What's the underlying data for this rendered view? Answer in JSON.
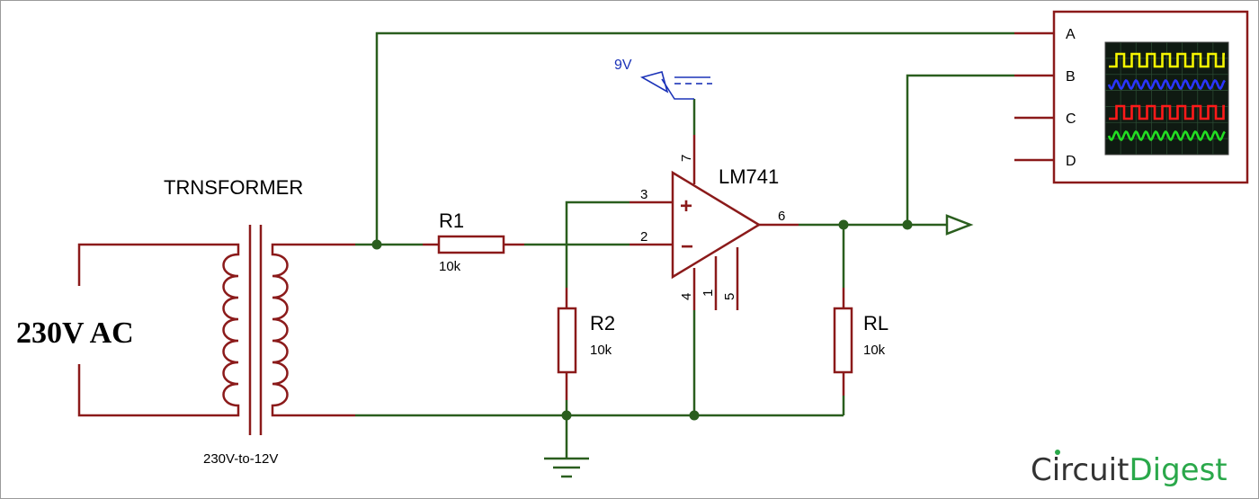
{
  "transformer": {
    "title": "TRNSFORMER",
    "rating": "230V-to-12V"
  },
  "source": {
    "label": "230V AC"
  },
  "r1": {
    "name": "R1",
    "value": "10k"
  },
  "r2": {
    "name": "R2",
    "value": "10k"
  },
  "rl": {
    "name": "RL",
    "value": "10k"
  },
  "opamp": {
    "name": "LM741",
    "pins": {
      "p7": "7",
      "p3": "3",
      "p2": "2",
      "p6": "6",
      "p4": "4",
      "p1": "1",
      "p5": "5"
    },
    "plus": "+",
    "minus": "−"
  },
  "supply": {
    "label": "9V"
  },
  "oscilloscope": {
    "channels": [
      "A",
      "B",
      "C",
      "D"
    ],
    "trace_colors": [
      "#f5f500",
      "#2a35ff",
      "#ff1a1a",
      "#22dd22"
    ],
    "screen_bg": "#0f1a12"
  },
  "brand": {
    "part1": "Circuit",
    "part2": "Digest"
  }
}
